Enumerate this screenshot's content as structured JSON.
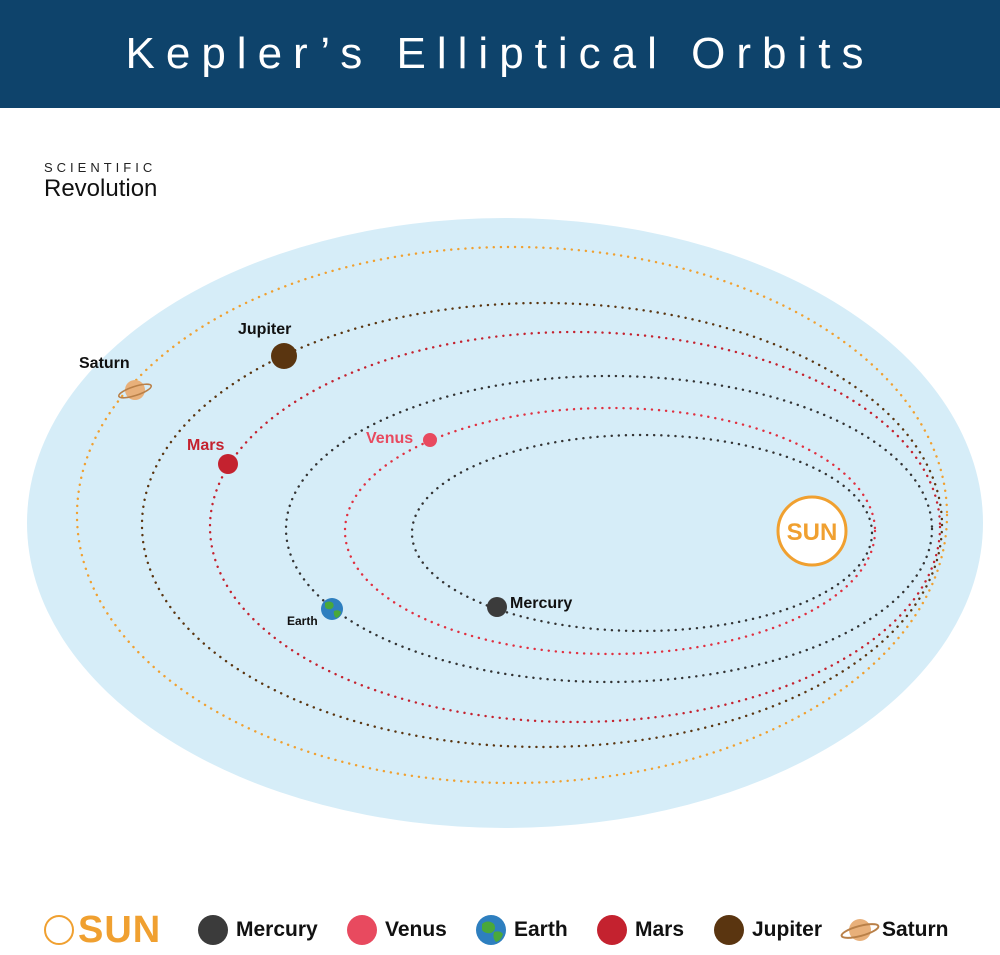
{
  "header": {
    "title": "Kepler’s Elliptical Orbits"
  },
  "brand": {
    "top": "SCIENTIFIC",
    "bottom": "Revolution"
  },
  "diagram": {
    "sun_label": "SUN",
    "planets": [
      {
        "name": "Mercury",
        "color": "#3b3b3b"
      },
      {
        "name": "Venus",
        "color": "#e84a5f"
      },
      {
        "name": "Earth",
        "color": "#2e7fbf"
      },
      {
        "name": "Mars",
        "color": "#c4222f"
      },
      {
        "name": "Jupiter",
        "color": "#5a3510"
      },
      {
        "name": "Saturn",
        "color": "#e0a870"
      }
    ]
  },
  "legend": {
    "sun": "SUN",
    "mercury": "Mercury",
    "venus": "Venus",
    "earth": "Earth",
    "mars": "Mars",
    "jupiter": "Jupiter",
    "saturn": "Saturn"
  },
  "colors": {
    "header_bg": "#0e436b",
    "space_bg": "#d6edf8",
    "sun": "#f0a030",
    "saturn_orbit": "#f0a030"
  }
}
